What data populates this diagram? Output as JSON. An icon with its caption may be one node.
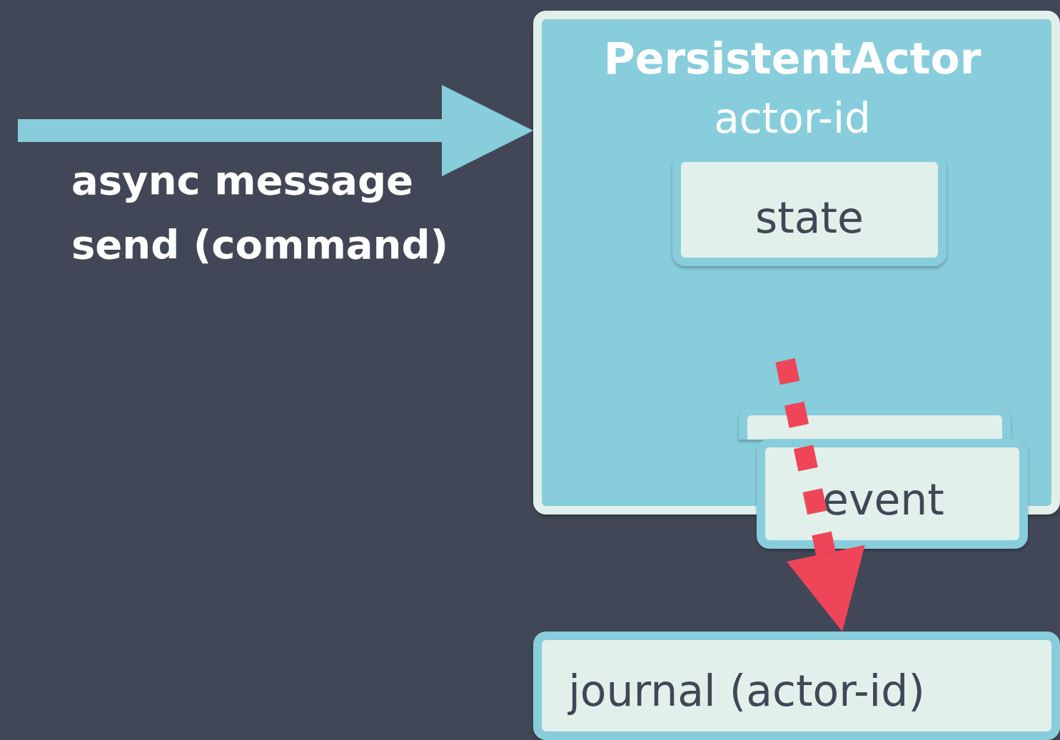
{
  "diagram": {
    "nodes": [
      {
        "text": [
          "PersistentActor",
          "actor-id"
        ]
      },
      {
        "text": [
          "state"
        ],
        "in": 0
      },
      {
        "text": [],
        "shape": "box",
        "in": 0
      },
      {
        "text": [
          "event"
        ]
      },
      {
        "text": [
          "journal (actor-id)"
        ]
      }
    ],
    "edges": [
      {
        "from": null,
        "to": 0,
        "arrow": "to",
        "label": "async message send (command)"
      },
      {
        "from": null,
        "to": 4,
        "arrow": "to",
        "style": "dashed",
        "color": "#ef4558"
      }
    ]
  }
}
